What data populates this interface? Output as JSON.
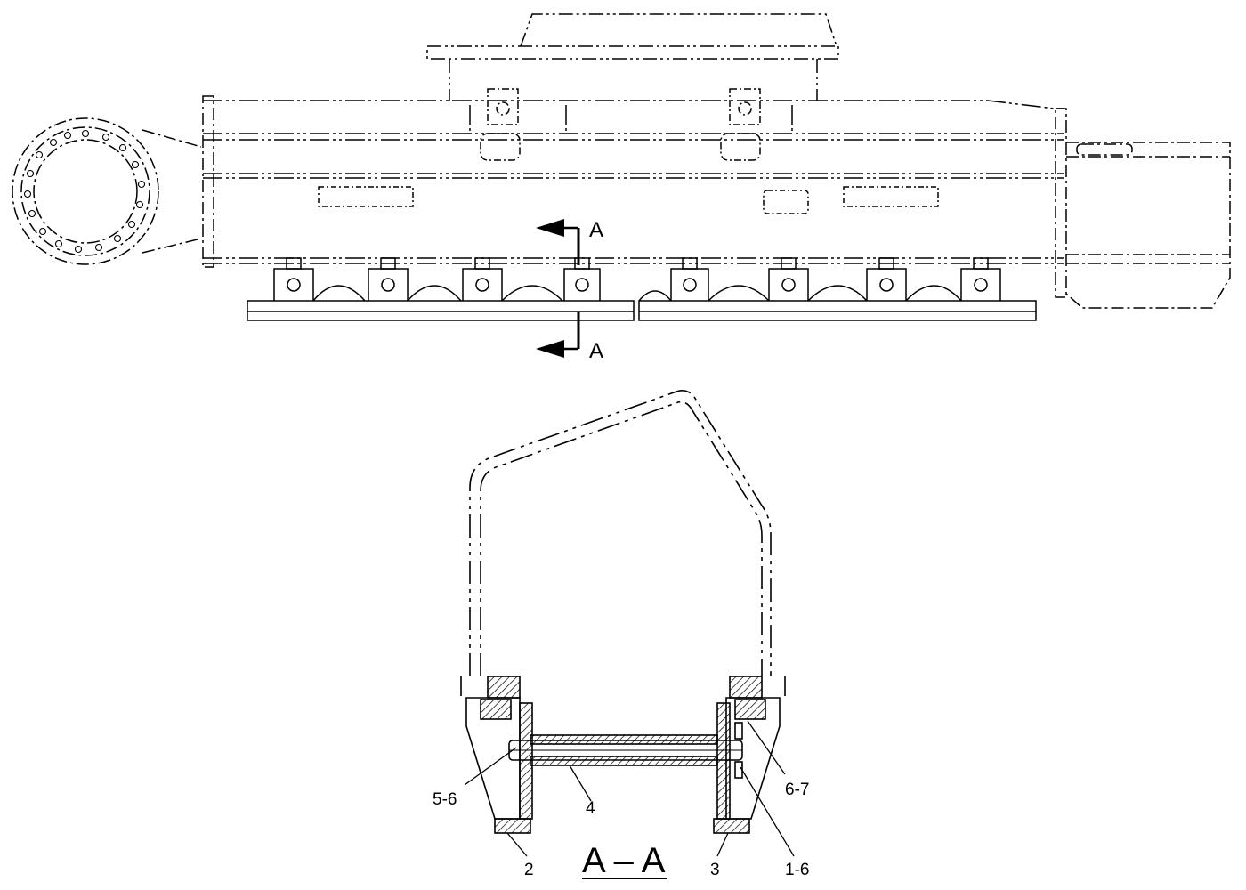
{
  "section_marks": {
    "top": "A",
    "bottom": "A"
  },
  "section_title": "A – A",
  "callouts": {
    "c1": "5-6",
    "c2": "4",
    "c3": "6-7",
    "c4": "2",
    "c5": "3",
    "c6": "1-6"
  },
  "colors": {
    "ink": "#000000",
    "paper": "#ffffff"
  }
}
